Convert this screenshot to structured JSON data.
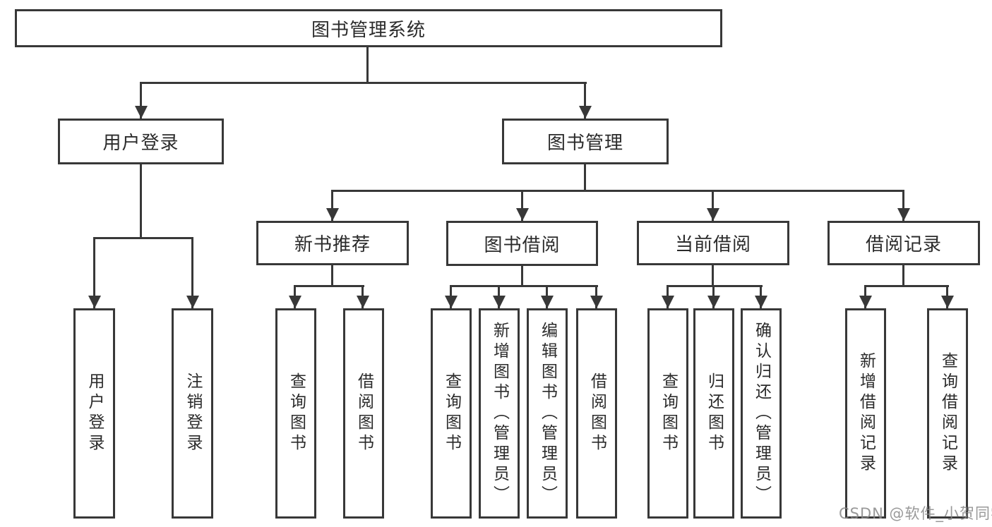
{
  "diagram": {
    "title": "图书管理系统",
    "colors": {
      "line": "#383838",
      "text": "#2b2b2b",
      "background": "#ffffff",
      "watermark": "#878787"
    },
    "level2": [
      {
        "label": "用户登录"
      },
      {
        "label": "图书管理"
      }
    ],
    "level3": [
      {
        "label": "新书推荐"
      },
      {
        "label": "图书借阅"
      },
      {
        "label": "当前借阅"
      },
      {
        "label": "借阅记录"
      }
    ],
    "level4": {
      "user_login": [
        "用户登录",
        "注销登录"
      ],
      "new_book_recommend": [
        "查询图书",
        "借阅图书"
      ],
      "book_borrow": [
        "查询图书",
        "新增图书（管理员）",
        "编辑图书（管理员）",
        "借阅图书"
      ],
      "current_borrow": [
        "查询图书",
        "归还图书",
        "确认归还（管理员）"
      ],
      "borrow_records": [
        "新增借阅记录",
        "查询借阅记录"
      ]
    }
  },
  "watermark": {
    "text": "CSDN @软件_小贺同学"
  }
}
